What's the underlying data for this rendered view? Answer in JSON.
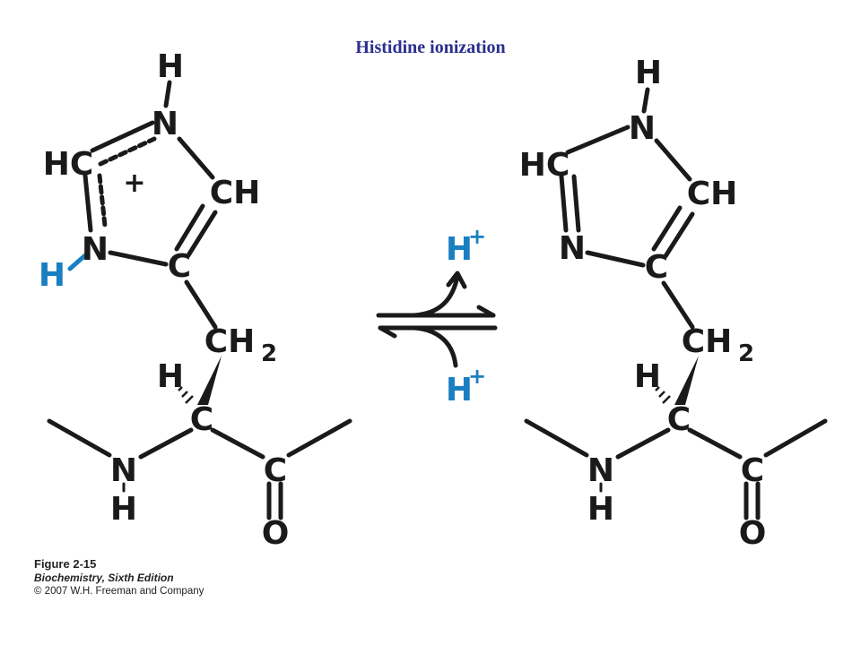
{
  "title": "Histidine ionization",
  "colors": {
    "title": "#2b2f8f",
    "ink": "#1a1a1a",
    "accent": "#1a7fc1"
  },
  "left_molecule": {
    "atoms": {
      "ring_n_top": "N",
      "ring_n_top_h": "H",
      "ring_hc": "HC",
      "ring_ch": "CH",
      "ring_n_bottom": "N",
      "ring_c": "C",
      "plus": "+",
      "proton": "H",
      "ch2": "CH",
      "ch2_sub": "2",
      "alpha_h": "H",
      "alpha_c": "C",
      "amide_n": "N",
      "amide_h": "H",
      "carbonyl_c": "C",
      "carbonyl_o": "O"
    }
  },
  "right_molecule": {
    "atoms": {
      "ring_n_top": "N",
      "ring_n_top_h": "H",
      "ring_hc": "HC",
      "ring_ch": "CH",
      "ring_n_bottom": "N",
      "ring_c": "C",
      "ch2": "CH",
      "ch2_sub": "2",
      "alpha_h": "H",
      "alpha_c": "C",
      "amide_n": "N",
      "amide_h": "H",
      "carbonyl_c": "C",
      "carbonyl_o": "O"
    }
  },
  "equilibrium": {
    "released_proton": "H",
    "released_proton_charge": "+",
    "taken_proton": "H",
    "taken_proton_charge": "+"
  },
  "caption": {
    "figure": "Figure 2-15",
    "book": "Biochemistry, Sixth Edition",
    "copyright": "© 2007 W.H. Freeman and Company"
  }
}
